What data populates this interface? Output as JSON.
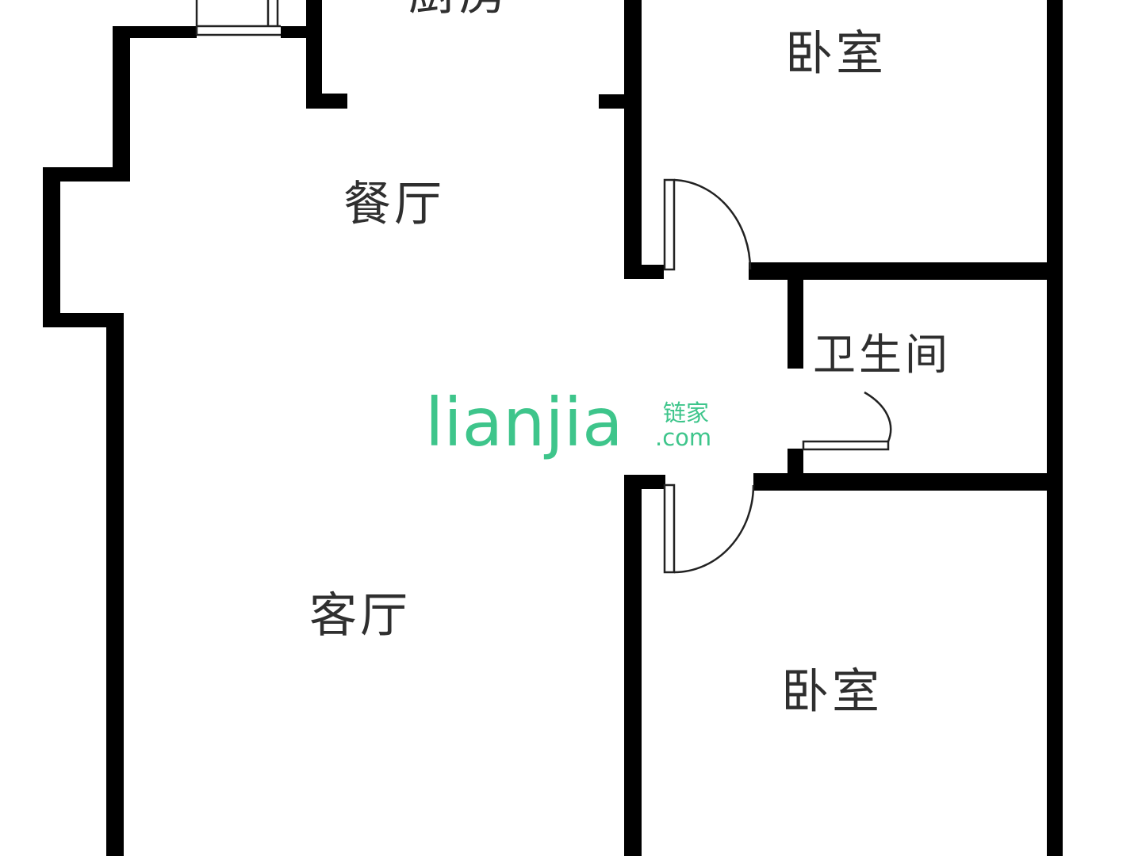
{
  "floorplan": {
    "rooms": {
      "kitchen": "厨房",
      "dining": "餐厅",
      "living": "客厅",
      "bedroom_top": "卧室",
      "bedroom_bottom": "卧室",
      "bathroom": "卫生间"
    },
    "wall_color": "#000000",
    "background_color": "#ffffff"
  },
  "watermark": {
    "brand": "lianjia",
    "cn": "链家",
    "domain": ".com",
    "color": "#3ec58b"
  }
}
